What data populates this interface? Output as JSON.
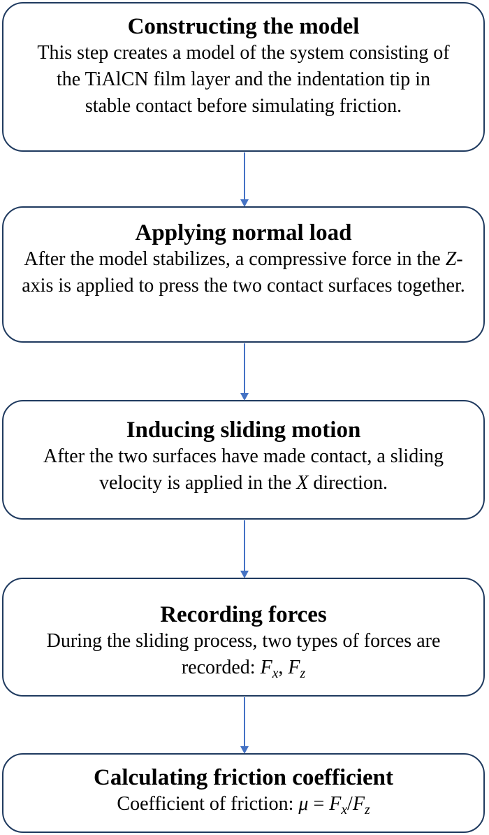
{
  "steps": [
    {
      "title": "Constructing the model",
      "description": "This step creates a model of the system consisting of the TiAlCN film layer and the indentation tip in stable contact before simulating friction."
    },
    {
      "title": "Applying normal load",
      "desc_before": "After the model stabilizes, a compressive force in the ",
      "desc_axis": "Z",
      "desc_after": "-axis is applied to press the two contact surfaces together."
    },
    {
      "title": "Inducing sliding motion",
      "desc_before": "After the two surfaces have made contact, a sliding velocity is applied in the ",
      "desc_axis": "X",
      "desc_after": " direction."
    },
    {
      "title": "Recording forces",
      "desc_before": "During the sliding process, two types of forces are recorded: ",
      "force_symbol_1": "F",
      "force_sub_1": "x",
      "separator": ", ",
      "force_symbol_2": "F",
      "force_sub_2": "z"
    },
    {
      "title": "Calculating friction coefficient",
      "desc_before": "Coefficient of friction: ",
      "mu": "μ",
      "equals": " = ",
      "num_symbol": "F",
      "num_sub": "x",
      "slash": "/",
      "den_symbol": "F",
      "den_sub": "z"
    }
  ],
  "colors": {
    "box_border": "#1f3a5f",
    "arrow": "#4472c4"
  }
}
